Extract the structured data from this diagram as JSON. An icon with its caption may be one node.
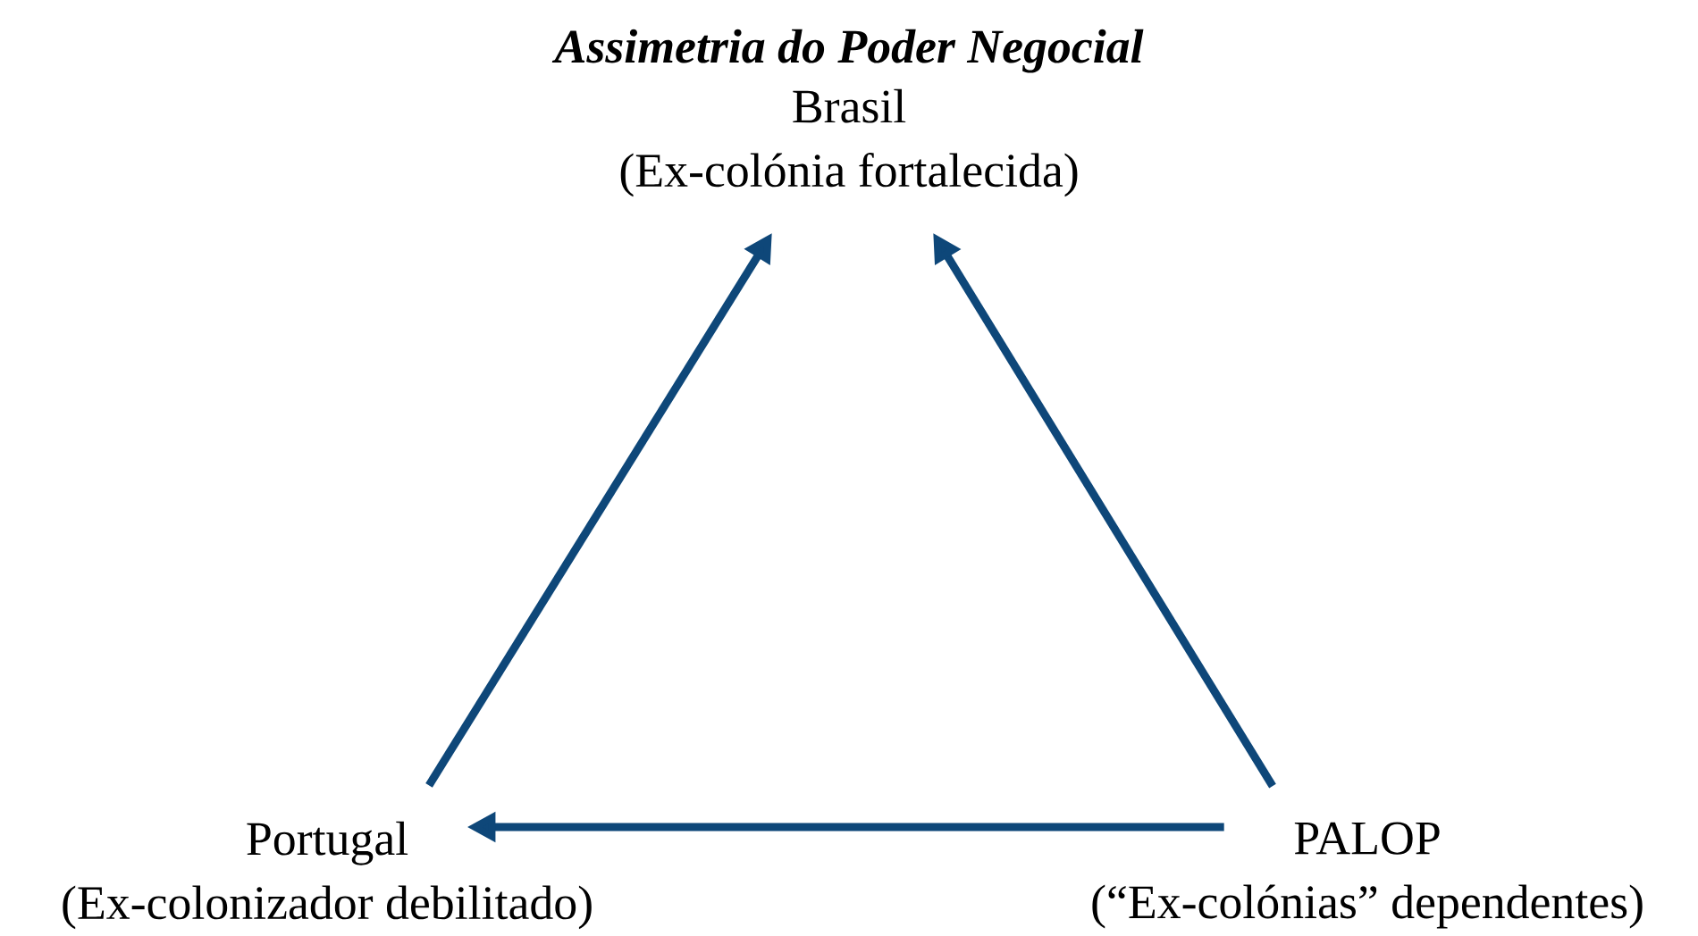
{
  "diagram": {
    "title": "Assimetria do Poder Negocial",
    "nodes": [
      {
        "text": [
          "Brasil",
          "(Ex-colónia fortalecida)"
        ]
      },
      {
        "text": [
          "Portugal",
          "(Ex-colonizador debilitado)"
        ]
      },
      {
        "text": [
          "PALOP",
          "(“Ex-colónias” dependentes)"
        ]
      }
    ],
    "edges": [
      {
        "from": 1,
        "to": 0,
        "arrow": "to"
      },
      {
        "from": 2,
        "to": 0,
        "arrow": "to"
      },
      {
        "from": 2,
        "to": 1,
        "arrow": "to"
      }
    ]
  }
}
